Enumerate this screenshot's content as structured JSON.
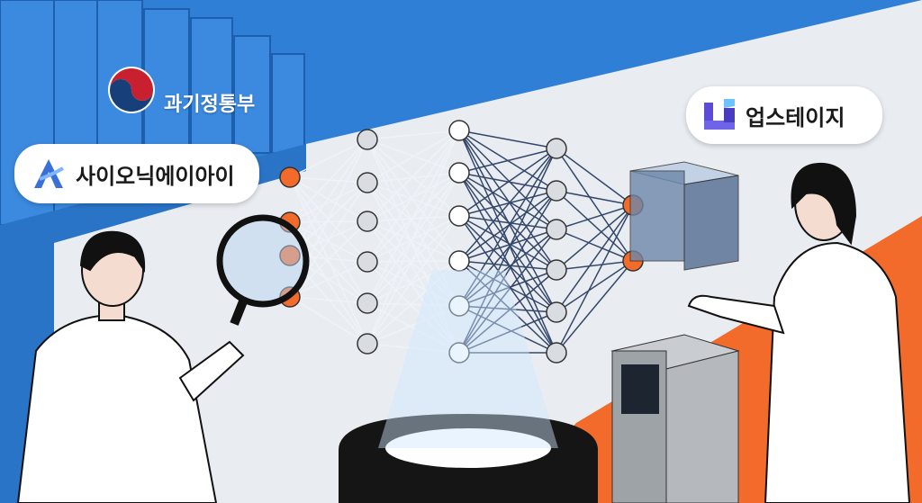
{
  "labels": {
    "ministry": "과기정통부",
    "sionic": "사이오닉에이아이",
    "upstage": "업스테이지"
  },
  "colors": {
    "blue": "#2f7fd6",
    "orange": "#f26b2a",
    "light": "#e9edf1",
    "node": "#d9dde2"
  }
}
